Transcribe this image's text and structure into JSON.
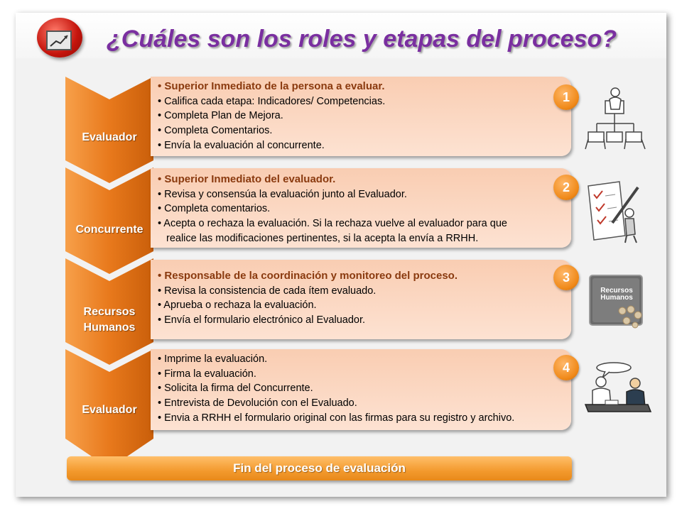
{
  "title": "¿Cuáles son los roles y etapas del proceso?",
  "stages": [
    {
      "number": "1",
      "role_lines": [
        "Evaluador"
      ],
      "lines": [
        {
          "text": "• Superior Inmediato de la persona a evaluar.",
          "head": true
        },
        {
          "text": "• Califica cada etapa: Indicadores/ Competencias."
        },
        {
          "text": "• Completa Plan de Mejora."
        },
        {
          "text": "• Completa Comentarios."
        },
        {
          "text": "• Envía  la evaluación al concurrente."
        }
      ],
      "icon": "org-chart-clipart-icon"
    },
    {
      "number": "2",
      "role_lines": [
        "Concurrente"
      ],
      "lines": [
        {
          "text": "• Superior Inmediato del evaluador.",
          "head": true
        },
        {
          "text": "• Revisa  y consensúa la evaluación junto al Evaluador."
        },
        {
          "text": "• Completa comentarios."
        },
        {
          "text": "• Acepta o rechaza la evaluación.  Si la rechaza vuelve al evaluador para que"
        },
        {
          "text": "realice las modificaciones pertinentes,  si la acepta la envía a RRHH.",
          "cont": true
        }
      ],
      "icon": "checklist-clipart-icon"
    },
    {
      "number": "3",
      "role_lines": [
        "Recursos",
        "Humanos"
      ],
      "lines": [
        {
          "text": "• Responsable de la coordinación y monitoreo del proceso.",
          "head": true
        },
        {
          "text": "• Revisa la consistencia de cada ítem evaluado."
        },
        {
          "text": "• Aprueba o rechaza la evaluación."
        },
        {
          "text": "• Envía el formulario electrónico al Evaluador."
        }
      ],
      "icon": "recursos-humanos-icon",
      "icon_text": [
        "Recursos",
        "Humanos"
      ]
    },
    {
      "number": "4",
      "role_lines": [
        "Evaluador"
      ],
      "lines": [
        {
          "text": "• Imprime la evaluación."
        },
        {
          "text": "• Firma la evaluación."
        },
        {
          "text": "• Solicita la firma del Concurrente."
        },
        {
          "text": "• Entrevista de Devolución con el Evaluado."
        },
        {
          "text": "• Envia a RRHH el formulario original con las firmas para su  registro y archivo."
        }
      ],
      "icon": "meeting-clipart-icon"
    }
  ],
  "footer": "Fin del proceso de evaluación",
  "colors": {
    "title": "#7a2fa0",
    "chevron": "#e8791c",
    "box": "#f9cdb2",
    "heading_text": "#8a3a0f",
    "badge": "#f08a1a"
  }
}
